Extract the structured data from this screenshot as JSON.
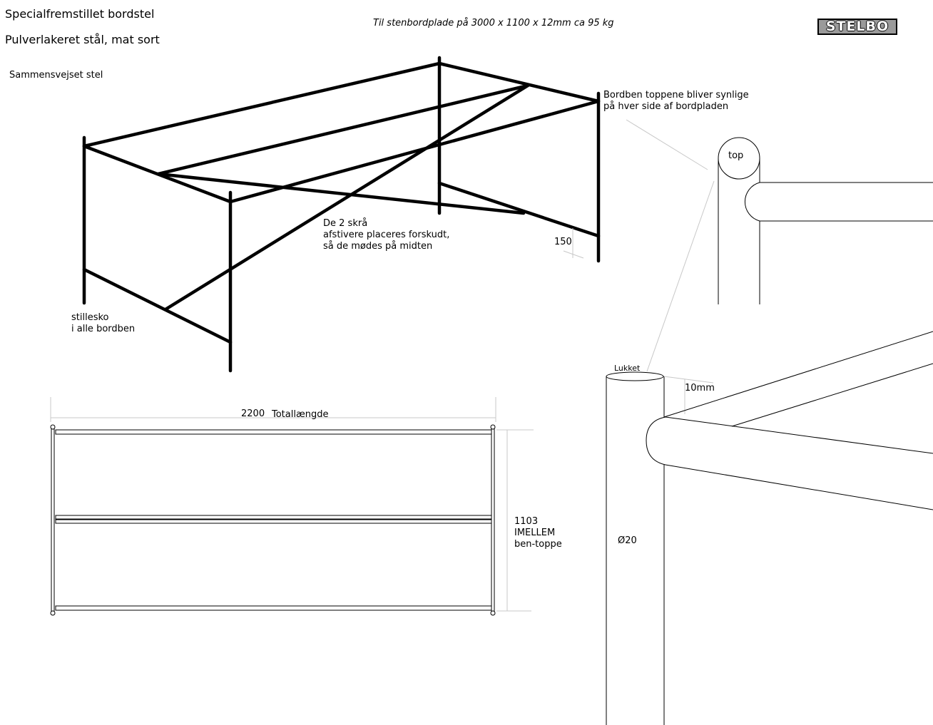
{
  "title_lines": {
    "line1": "Specialfremstillet bordstel",
    "line2": "Pulverlakeret stål, mat sort"
  },
  "subtitle_spec": "Til stenbordplade på 3000 x 1100 x 12mm  ca 95 kg",
  "logo": {
    "text": "STELBO"
  },
  "perspective_view": {
    "label": "Sammensvejset stel",
    "note_diagonals": [
      "De 2 skrå",
      "afstivere placeres forskudt,",
      "så de mødes på midten"
    ],
    "note_feet": [
      "stillesko",
      "i alle bordben"
    ],
    "dimension_150": "150"
  },
  "top_detail": {
    "note": [
      "Bordben toppene bliver synlige",
      "på hver side af bordpladen"
    ],
    "top_label": "top"
  },
  "plan_view": {
    "length_value": "2200",
    "length_label": "Totallængde",
    "width_lines": [
      "1103",
      "IMELLEM",
      "ben-toppe"
    ]
  },
  "leg_detail": {
    "closed_label": "Lukket",
    "offset_label": "10mm",
    "diameter_label": "Ø20"
  }
}
